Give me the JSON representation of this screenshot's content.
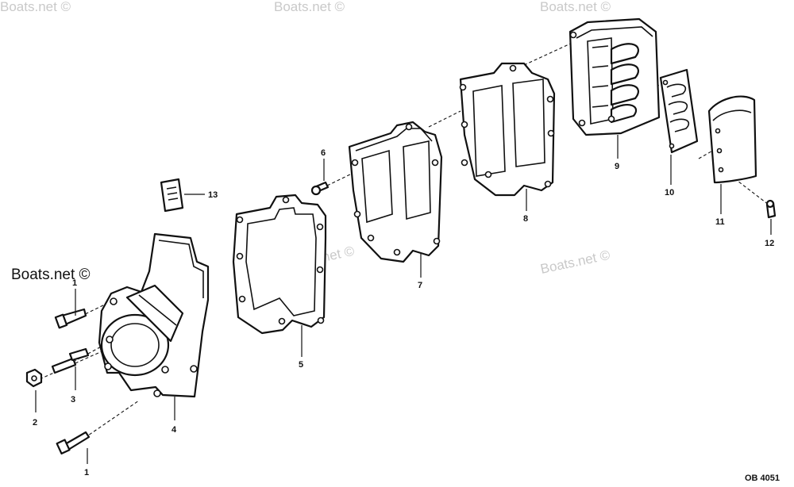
{
  "watermark": {
    "main": "Boats.net ©",
    "faint": "Boats.net ©"
  },
  "drawing_code": "OB 4051",
  "callouts": {
    "c1_upper": "1",
    "c1_lower": "1",
    "c2": "2",
    "c3": "3",
    "c4": "4",
    "c5": "5",
    "c6": "6",
    "c7": "7",
    "c8": "8",
    "c9": "9",
    "c10": "10",
    "c11": "11",
    "c12": "12",
    "c13": "13"
  },
  "parts": [
    {
      "number": "1",
      "icon": "bolt-icon"
    },
    {
      "number": "2",
      "icon": "nut-icon"
    },
    {
      "number": "3",
      "icon": "stud-icon"
    },
    {
      "number": "4",
      "icon": "adapter-housing-icon"
    },
    {
      "number": "5",
      "icon": "gasket-icon"
    },
    {
      "number": "6",
      "icon": "screw-icon"
    },
    {
      "number": "7",
      "icon": "plate-icon"
    },
    {
      "number": "8",
      "icon": "gasket-icon"
    },
    {
      "number": "9",
      "icon": "reed-block-icon"
    },
    {
      "number": "10",
      "icon": "reed-petal-icon"
    },
    {
      "number": "11",
      "icon": "reed-stop-icon"
    },
    {
      "number": "12",
      "icon": "screw-icon"
    },
    {
      "number": "13",
      "icon": "label-decal-icon"
    }
  ]
}
